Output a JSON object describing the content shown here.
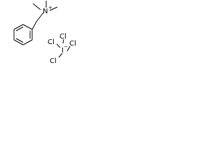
{
  "structure": {
    "cation": {
      "nitrogen_label": "N",
      "nitrogen_charge": "+"
    },
    "anion": {
      "center_label": "I",
      "center_charge": "−",
      "ligand_labels": [
        "Cl",
        "Cl",
        "Cl",
        "Cl"
      ]
    }
  },
  "colors": {
    "background": "#ffffff",
    "ink": "#000000"
  }
}
